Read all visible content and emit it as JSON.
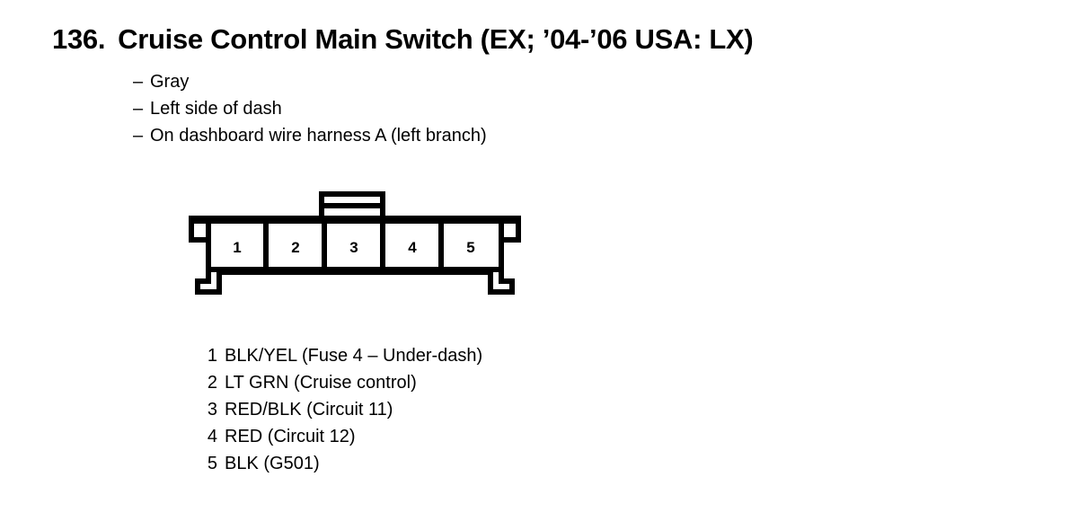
{
  "title": {
    "number": "136.",
    "text": "Cruise Control Main Switch (EX; ’04-’06 USA: LX)"
  },
  "notes": {
    "dash": "–",
    "items": [
      {
        "text": "Gray"
      },
      {
        "text": "Left side of dash"
      },
      {
        "text": "On dashboard wire harness A (left branch)"
      }
    ]
  },
  "connector": {
    "cavity_count": 5,
    "cavity_labels": [
      "1",
      "2",
      "3",
      "4",
      "5"
    ],
    "line_color": "#000000",
    "fill_color": "#ffffff"
  },
  "legend": {
    "rows": [
      {
        "pin": "1",
        "desc": "BLK/YEL (Fuse 4 – Under-dash)"
      },
      {
        "pin": "2",
        "desc": "LT GRN (Cruise control)"
      },
      {
        "pin": "3",
        "desc": "RED/BLK (Circuit 11)"
      },
      {
        "pin": "4",
        "desc": "RED (Circuit 12)"
      },
      {
        "pin": "5",
        "desc": "BLK (G501)"
      }
    ]
  }
}
